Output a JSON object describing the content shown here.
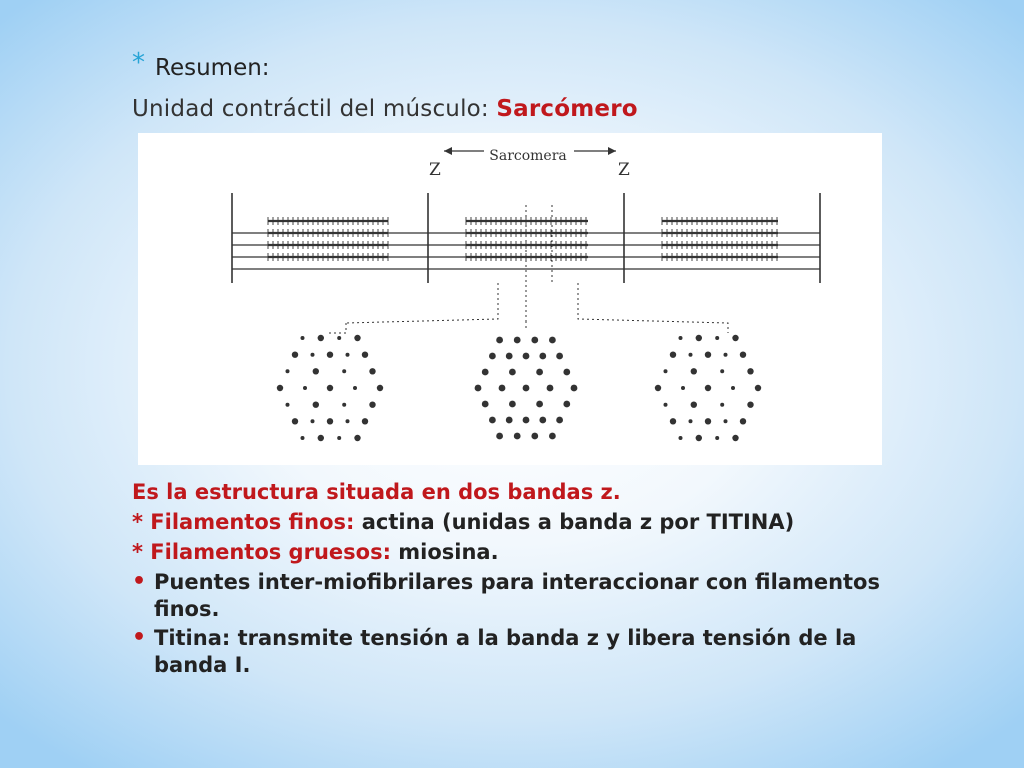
{
  "slide": {
    "header_star": "*",
    "title": "Resumen:",
    "subtitle_prefix": "Unidad contráctil del músculo: ",
    "subtitle_highlight": "Sarcómero"
  },
  "figure": {
    "label_z_left": "Z",
    "label_z_right": "Z",
    "label_center": "Sarcomera"
  },
  "body": {
    "lead": "Es la estructura situada en dos bandas z.",
    "item1_star": "* ",
    "item1_label": "Filamentos finos:",
    "item1_text": "  actina (unidas a banda z por TITINA)",
    "item2_star": "* ",
    "item2_label": "Filamentos gruesos:",
    "item2_text": " miosina.",
    "bullet_symbol": "•",
    "bullet1": "Puentes inter-miofibrilares para interaccionar con filamentos finos.",
    "bullet2": "Titina: transmite tensión a la banda z y libera tensión de la banda I."
  },
  "colors": {
    "accent_red": "#c0181c",
    "star_blue": "#27a4d6",
    "background_edge": "#9fd0f4"
  }
}
